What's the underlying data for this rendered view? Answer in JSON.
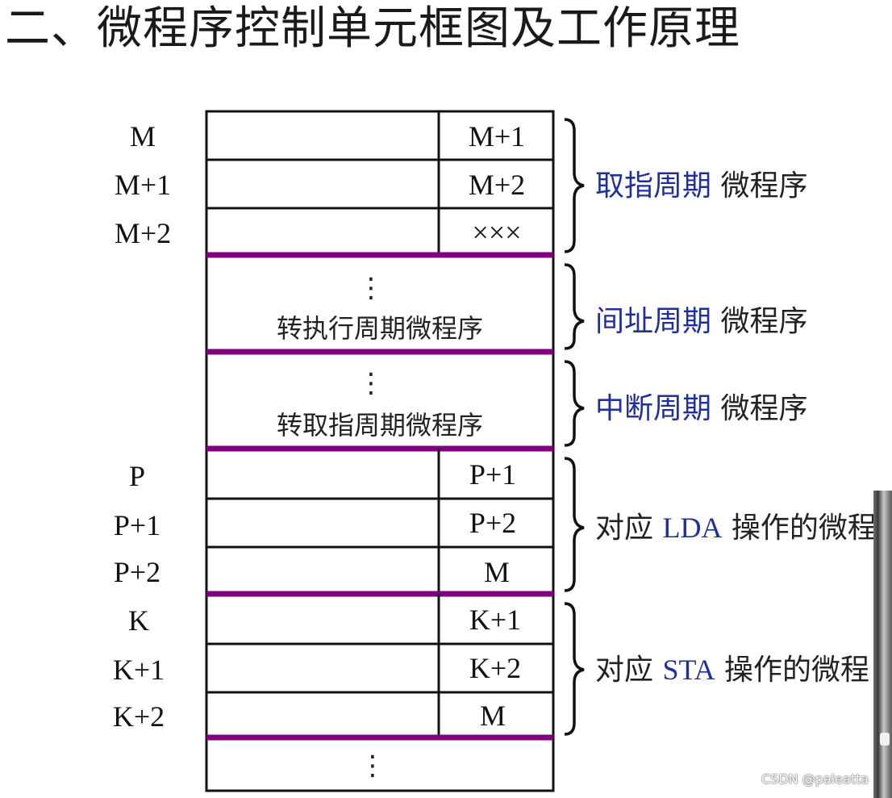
{
  "title": "二、微程序控制单元框图及工作原理",
  "colors": {
    "separator": "#800080",
    "label_blue": "#1f2f9e",
    "border": "#111111"
  },
  "memory": {
    "fetch": {
      "rows": [
        {
          "addr": "M",
          "next": "M+1"
        },
        {
          "addr": "M+1",
          "next": "M+2"
        },
        {
          "addr": "M+2",
          "next": "×××"
        }
      ],
      "label_highlight": "取指周期",
      "label_suffix": " 微程序"
    },
    "indirect": {
      "ellipsis": "⋮",
      "text": "转执行周期微程序",
      "label_highlight": "间址周期",
      "label_suffix": " 微程序"
    },
    "interrupt": {
      "ellipsis": "⋮",
      "text": "转取指周期微程序",
      "label_highlight": "中断周期",
      "label_suffix": " 微程序"
    },
    "lda": {
      "rows": [
        {
          "addr": "P",
          "next": "P+1"
        },
        {
          "addr": "P+1",
          "next": "P+2"
        },
        {
          "addr": "P+2",
          "next": "M"
        }
      ],
      "label_prefix": "对应 ",
      "label_highlight": "LDA",
      "label_suffix": " 操作的微程"
    },
    "sta": {
      "rows": [
        {
          "addr": "K",
          "next": "K+1"
        },
        {
          "addr": "K+1",
          "next": "K+2"
        },
        {
          "addr": "K+2",
          "next": "M"
        }
      ],
      "label_prefix": "对应 ",
      "label_highlight": "STA",
      "label_suffix": " 操作的微程"
    },
    "bottom_ellipsis": "⋮"
  },
  "watermark": "CSDN @paleatta"
}
